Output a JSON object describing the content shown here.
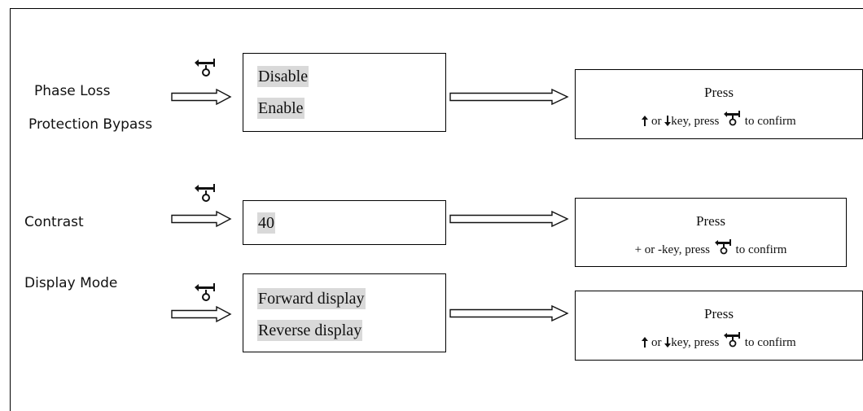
{
  "rows": [
    {
      "label_lines": [
        "Phase Loss",
        "Protection Bypass"
      ],
      "options": [
        "Disable",
        "Enable"
      ],
      "press_title": "Press",
      "press_text_a": "or",
      "press_text_b": "key, press",
      "press_text_c": "to confirm"
    },
    {
      "label_lines": [
        "Contrast"
      ],
      "options": [
        "40"
      ],
      "press_title": "Press",
      "press_text_a": "+ or -key, press",
      "press_text_c": "to confirm"
    },
    {
      "label_lines": [
        "Display Mode"
      ],
      "options": [
        "Forward display",
        "Reverse display"
      ],
      "press_title": "Press",
      "press_text_a": "or",
      "press_text_b": "key, press",
      "press_text_c": "to confirm"
    }
  ],
  "icons": {
    "enter": "enter-key-icon",
    "up": "up-arrow-icon",
    "down": "down-arrow-icon",
    "hollow_arrow": "hollow-arrow-icon"
  }
}
